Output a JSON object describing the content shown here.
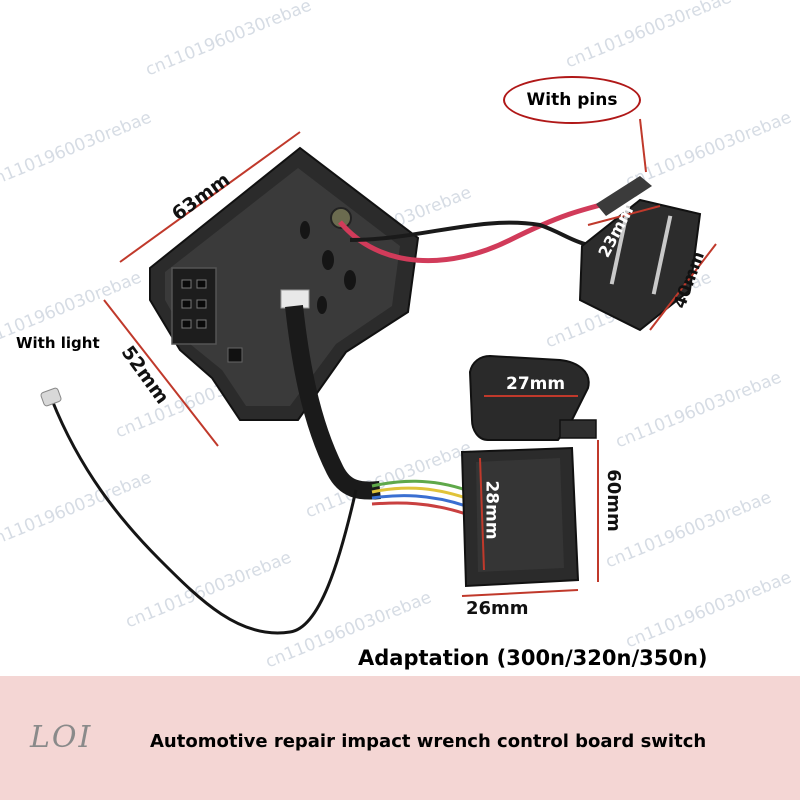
{
  "watermark": "cn1101960030rebae",
  "callouts": {
    "with_pins": "With pins",
    "with_light": "With light"
  },
  "dimensions": {
    "board_width": "63mm",
    "board_height": "52mm",
    "connector_width": "23mm",
    "connector_height": "40mm",
    "trigger_top": "27mm",
    "trigger_body": "28mm",
    "trigger_height": "60mm",
    "trigger_base": "26mm"
  },
  "adaptation": "Adaptation (300n/320n/350n)",
  "banner": {
    "title": "Automotive repair impact wrench control board switch",
    "brand_mark": "LOI"
  },
  "colors": {
    "banner_bg": "#f4d6d4",
    "dimension_line": "#c0392b",
    "housing": "#2b2b2b"
  }
}
